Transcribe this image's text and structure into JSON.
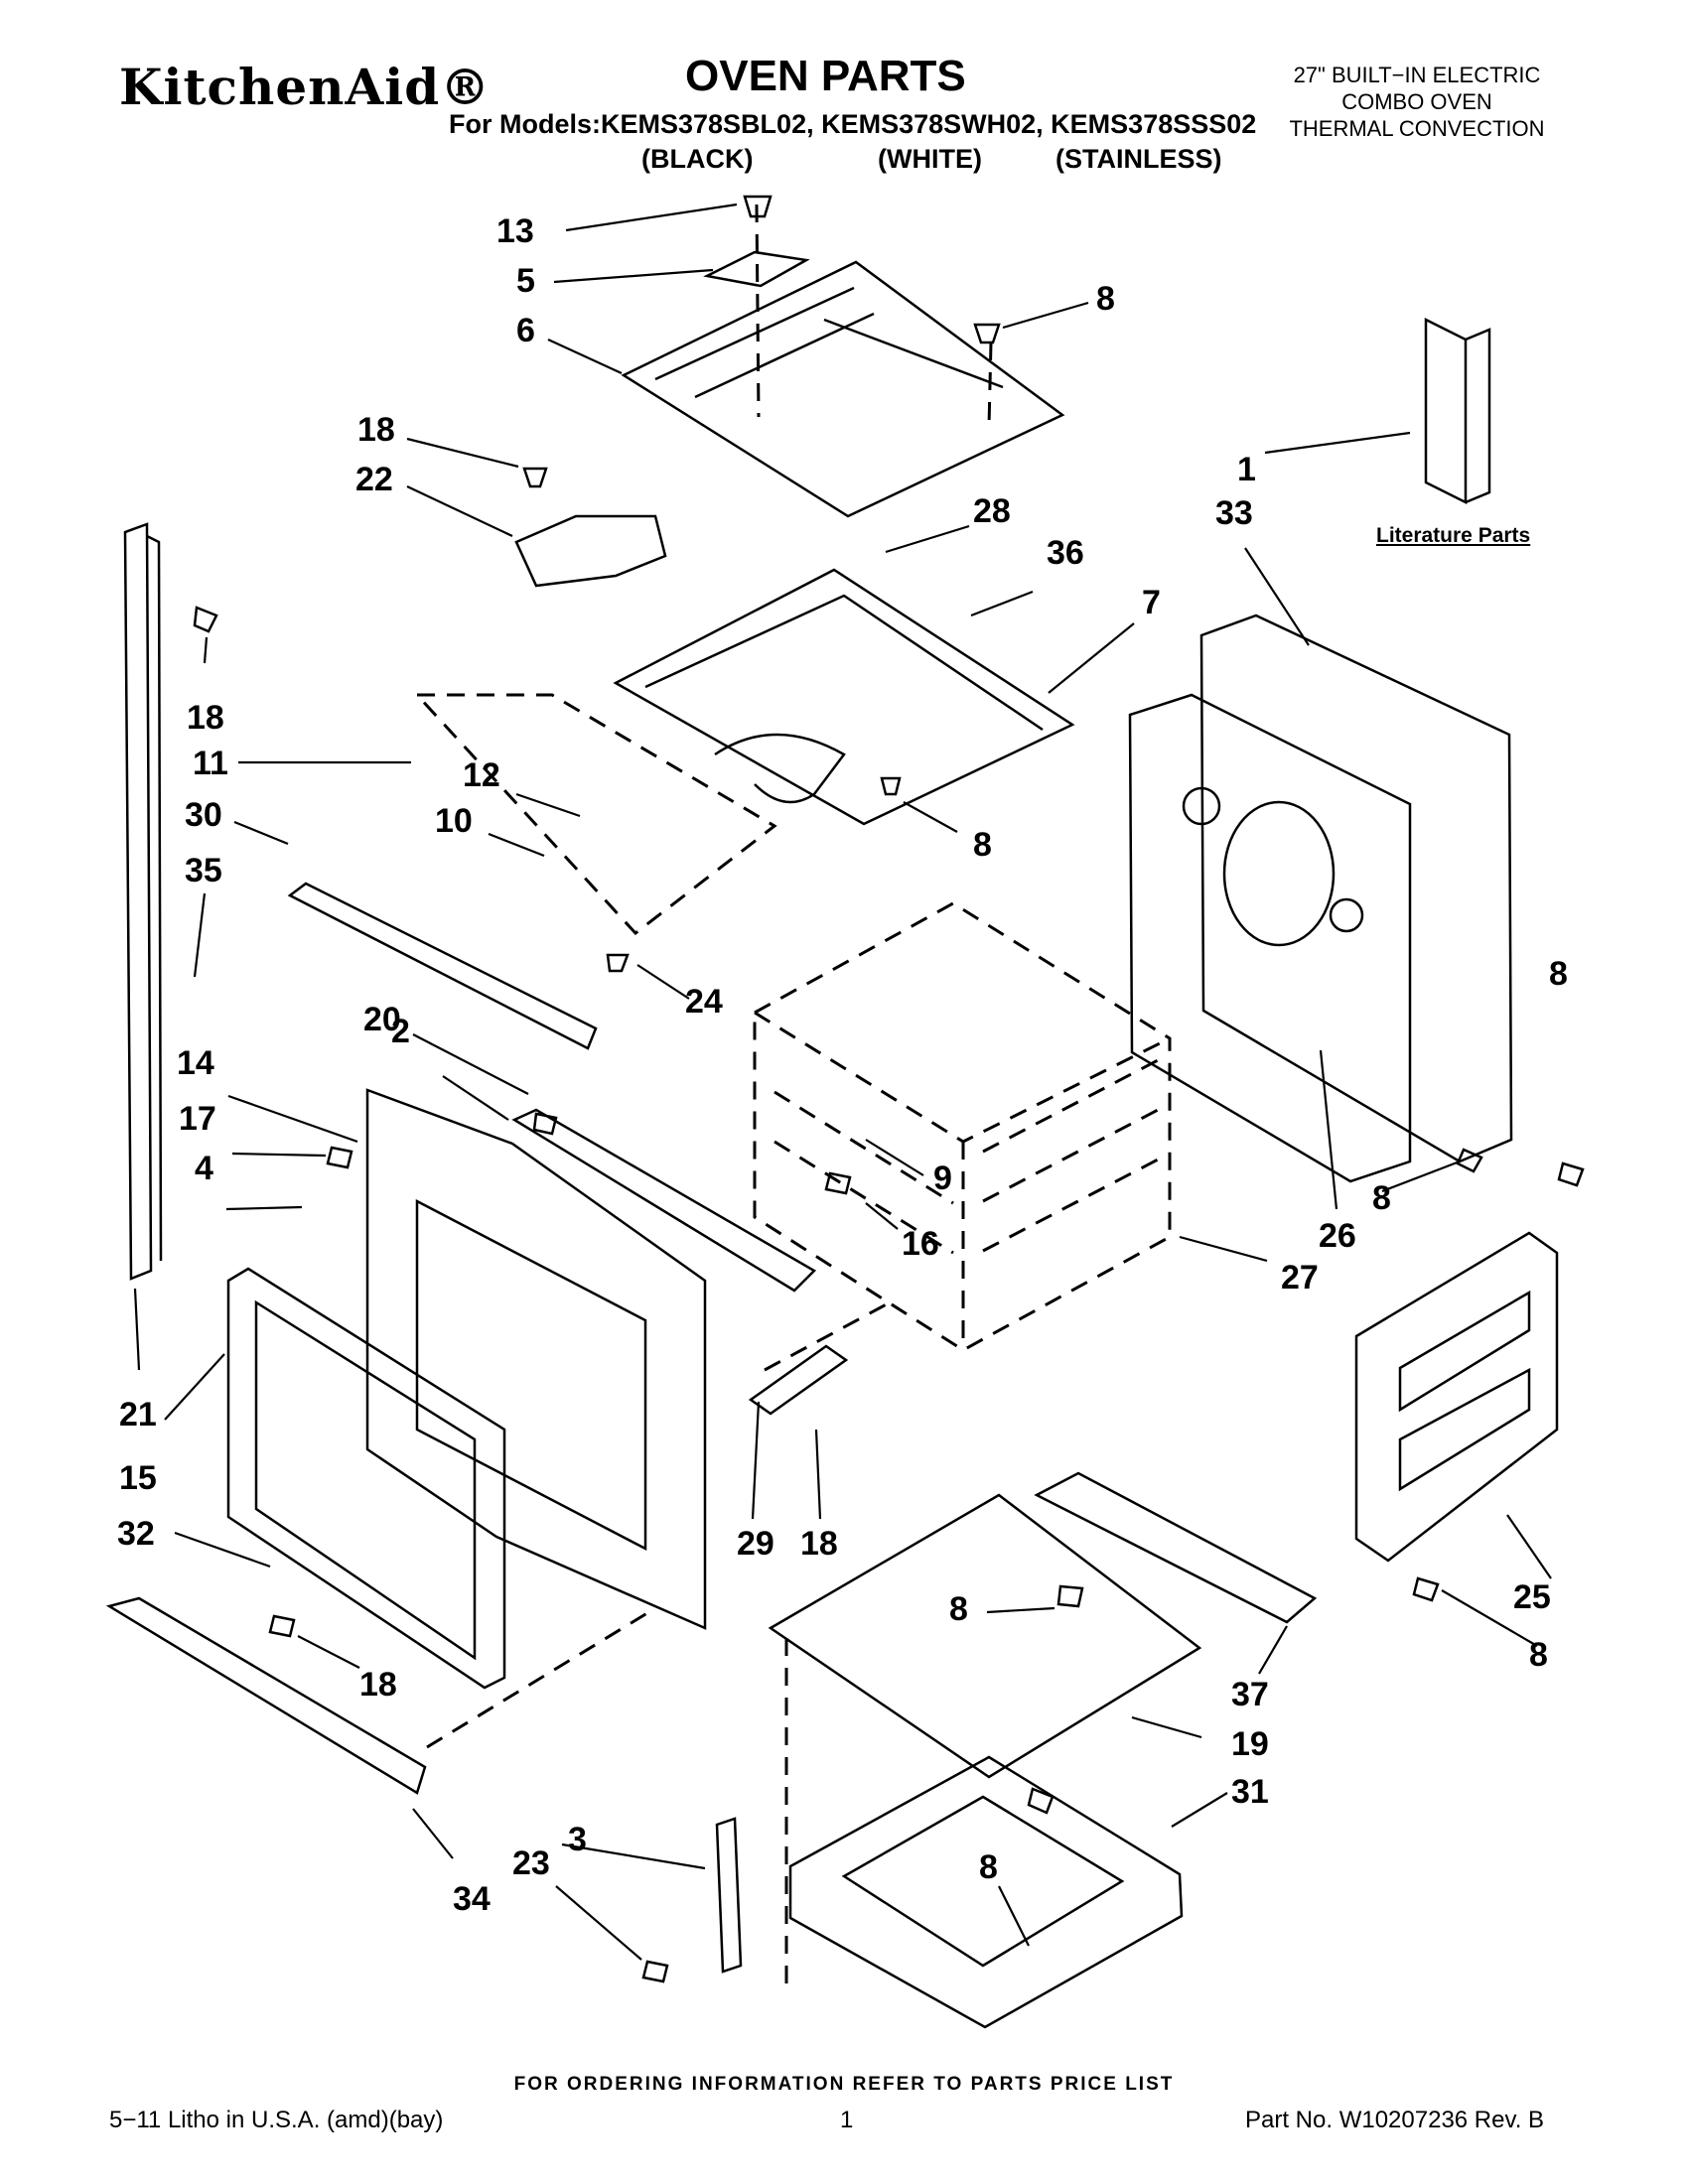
{
  "header": {
    "brand": "KitchenAid®",
    "title": "OVEN PARTS",
    "product": [
      "27\" BUILT−IN ELECTRIC",
      "COMBO OVEN",
      "THERMAL CONVECTION"
    ],
    "models_line": "For Models:KEMS378SBL02, KEMS378SWH02, KEMS378SSS02",
    "variants": [
      "(BLACK)",
      "(WHITE)",
      "(STAINLESS)"
    ]
  },
  "literature_label": "Literature Parts",
  "callouts": {
    "c13": "13",
    "c5": "5",
    "c6": "6",
    "c8a": "8",
    "c18a": "18",
    "c22": "22",
    "c1": "1",
    "c33": "33",
    "c28": "28",
    "c36": "36",
    "c7": "7",
    "c18b": "18",
    "c11": "11",
    "c12": "12",
    "c10": "10",
    "c30": "30",
    "c35": "35",
    "c8b": "8",
    "c24": "24",
    "c20": "20",
    "c14": "14",
    "c2": "2",
    "c17": "17",
    "c4": "4",
    "c8c": "8",
    "c9": "9",
    "c16": "16",
    "c8d": "8",
    "c26": "26",
    "c27": "27",
    "c21": "21",
    "c15": "15",
    "c32": "32",
    "c18c": "18",
    "c29": "29",
    "c18d": "18",
    "c25": "25",
    "c8e": "8",
    "c8f": "8",
    "c37": "37",
    "c19": "19",
    "c31": "31",
    "c34": "34",
    "c3": "3",
    "c23": "23",
    "c8g": "8"
  },
  "footer": {
    "ordering": "FOR ORDERING INFORMATION REFER TO PARTS PRICE LIST",
    "litho": "5−11 Litho in U.S.A. (amd)(bay)",
    "page": "1",
    "part_no": "Part No. W10207236 Rev. B"
  }
}
